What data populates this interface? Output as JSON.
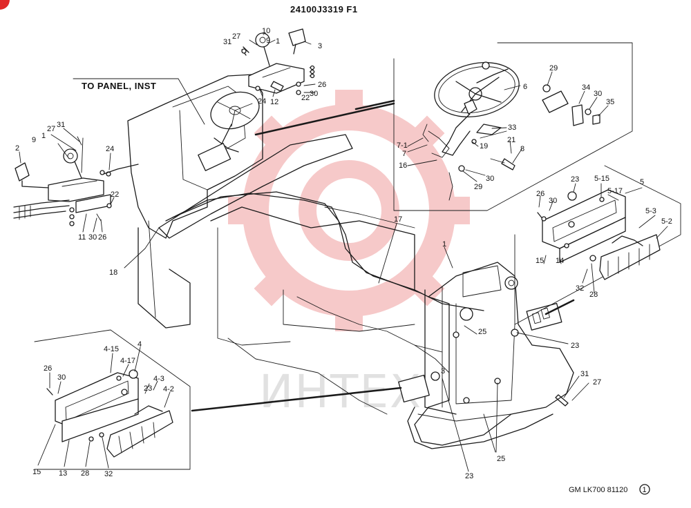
{
  "header": {
    "part_code": "24100J3319 F1"
  },
  "footer": {
    "model_text": "GM  LK700  81120",
    "circled_number": "1"
  },
  "callout_note": "TO PANEL, INST",
  "watermark": {
    "text": "ИНТЕХ",
    "color": "#e04040"
  },
  "labels": [
    {
      "id": "l1",
      "text": "31"
    },
    {
      "id": "l2",
      "text": "27"
    },
    {
      "id": "l3",
      "text": "10"
    },
    {
      "id": "l4",
      "text": "9"
    },
    {
      "id": "l5",
      "text": "1"
    },
    {
      "id": "l6",
      "text": "3"
    },
    {
      "id": "l7",
      "text": "26"
    },
    {
      "id": "l8",
      "text": "30"
    },
    {
      "id": "l9",
      "text": "22"
    },
    {
      "id": "l10",
      "text": "24"
    },
    {
      "id": "l11",
      "text": "12"
    },
    {
      "id": "l12",
      "text": "6"
    },
    {
      "id": "l13",
      "text": "33"
    },
    {
      "id": "l14",
      "text": "7-1"
    },
    {
      "id": "l15",
      "text": "7"
    },
    {
      "id": "l16",
      "text": "16"
    },
    {
      "id": "l17",
      "text": "19"
    },
    {
      "id": "l18",
      "text": "21"
    },
    {
      "id": "l19",
      "text": "8"
    },
    {
      "id": "l20",
      "text": "29"
    },
    {
      "id": "l21",
      "text": "30"
    },
    {
      "id": "l22",
      "text": "29"
    },
    {
      "id": "l23",
      "text": "34"
    },
    {
      "id": "l24",
      "text": "30"
    },
    {
      "id": "l25",
      "text": "35"
    },
    {
      "id": "l26",
      "text": "2"
    },
    {
      "id": "l27",
      "text": "27"
    },
    {
      "id": "l28",
      "text": "31"
    },
    {
      "id": "l29",
      "text": "9"
    },
    {
      "id": "l30",
      "text": "1"
    },
    {
      "id": "l31",
      "text": "24"
    },
    {
      "id": "l32",
      "text": "22"
    },
    {
      "id": "l33",
      "text": "11"
    },
    {
      "id": "l34",
      "text": "30"
    },
    {
      "id": "l35",
      "text": "26"
    },
    {
      "id": "l36",
      "text": "18"
    },
    {
      "id": "l37",
      "text": "17"
    },
    {
      "id": "l38",
      "text": "1"
    },
    {
      "id": "l39",
      "text": "23"
    },
    {
      "id": "l40",
      "text": "5-15"
    },
    {
      "id": "l41",
      "text": "5"
    },
    {
      "id": "l42",
      "text": "26"
    },
    {
      "id": "l43",
      "text": "30"
    },
    {
      "id": "l44",
      "text": "5-17"
    },
    {
      "id": "l45",
      "text": "5-3"
    },
    {
      "id": "l46",
      "text": "5-2"
    },
    {
      "id": "l47",
      "text": "15"
    },
    {
      "id": "l48",
      "text": "14"
    },
    {
      "id": "l49",
      "text": "32"
    },
    {
      "id": "l50",
      "text": "28"
    },
    {
      "id": "l51",
      "text": "25"
    },
    {
      "id": "l52",
      "text": "23"
    },
    {
      "id": "l53",
      "text": "31"
    },
    {
      "id": "l54",
      "text": "27"
    },
    {
      "id": "l55",
      "text": "25"
    },
    {
      "id": "l56",
      "text": "23"
    },
    {
      "id": "l57",
      "text": "4"
    },
    {
      "id": "l58",
      "text": "4-15"
    },
    {
      "id": "l59",
      "text": "4-17"
    },
    {
      "id": "l60",
      "text": "26"
    },
    {
      "id": "l61",
      "text": "30"
    },
    {
      "id": "l62",
      "text": "23"
    },
    {
      "id": "l63",
      "text": "4-3"
    },
    {
      "id": "l64",
      "text": "4-2"
    },
    {
      "id": "l65",
      "text": "15"
    },
    {
      "id": "l66",
      "text": "13"
    },
    {
      "id": "l67",
      "text": "28"
    },
    {
      "id": "l68",
      "text": "32"
    },
    {
      "id": "l69",
      "text": "3"
    }
  ]
}
